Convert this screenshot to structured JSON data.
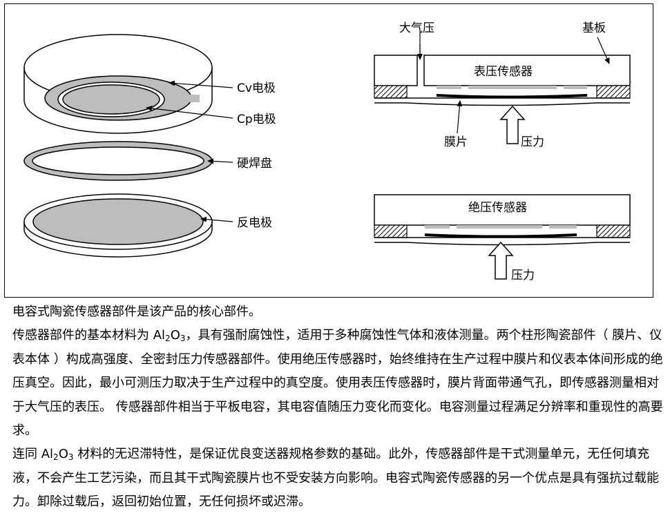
{
  "figure": {
    "left_labels": {
      "cv": "Cv电极",
      "cp": "Cp电极",
      "braze": "硬焊盘",
      "counter": "反电极"
    },
    "gauge": {
      "atmosphere": "大气压",
      "substrate": "基板",
      "sensor": "表压传感器",
      "diaphragm": "膜片",
      "pressure": "压力"
    },
    "absolute": {
      "sensor": "绝压传感器",
      "pressure": "压力"
    }
  },
  "text": {
    "p1": "电容式陶瓷传感器部件是该产品的核心部件。",
    "p2_a": "传感器部件的基本材料为 Al",
    "p2_sub1": "2",
    "p2_mid": "O",
    "p2_sub2": "3",
    "p2_b": "，具有强耐腐蚀性，适用于多种腐蚀性气体和液体测量。两个柱形陶瓷部件（ 膜片、仪表本体 ）构成高强度、全密封压力传感器部件。使用绝压传感器时，始终维持在生产过程中膜片和仪表本体间形成的绝压真空。因此，最小可测压力取决于生产过程中的真空度。使用表压传感器时，膜片背面带通气孔，即传感器测量相对于大气压的表压。 传感器部件相当于平板电容，其电容值随压力变化而变化。电容测量过程满足分辨率和重现性的高要求。",
    "p3_a": "连同 Al",
    "p3_sub1": "2",
    "p3_mid": "O",
    "p3_sub2": "3",
    "p3_b": " 材料的无迟滞特性，是保证优良变送器规格参数的基础。此外，传感器部件是干式测量单元，无任何填充液，不会产生工艺污染，而且其干式陶瓷膜片也不受安装方向影响。电容式陶瓷传感器的另一个优点是具有强抗过载能力。卸除过载后，返回初始位置，无任何损坏或迟滞。"
  }
}
